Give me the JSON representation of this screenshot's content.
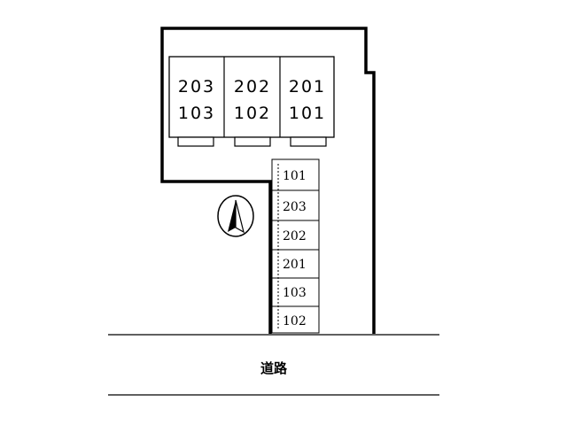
{
  "building": {
    "units": [
      {
        "upper": "203",
        "lower": "103"
      },
      {
        "upper": "202",
        "lower": "102"
      },
      {
        "upper": "201",
        "lower": "101"
      }
    ]
  },
  "parking": {
    "spaces": [
      "101",
      "203",
      "202",
      "201",
      "103",
      "102"
    ]
  },
  "road": {
    "label": "道路"
  },
  "compass": {
    "icon": "north-arrow-icon"
  },
  "colors": {
    "line": "#000000",
    "building_fill": "#ffffff",
    "background": "#ffffff"
  }
}
